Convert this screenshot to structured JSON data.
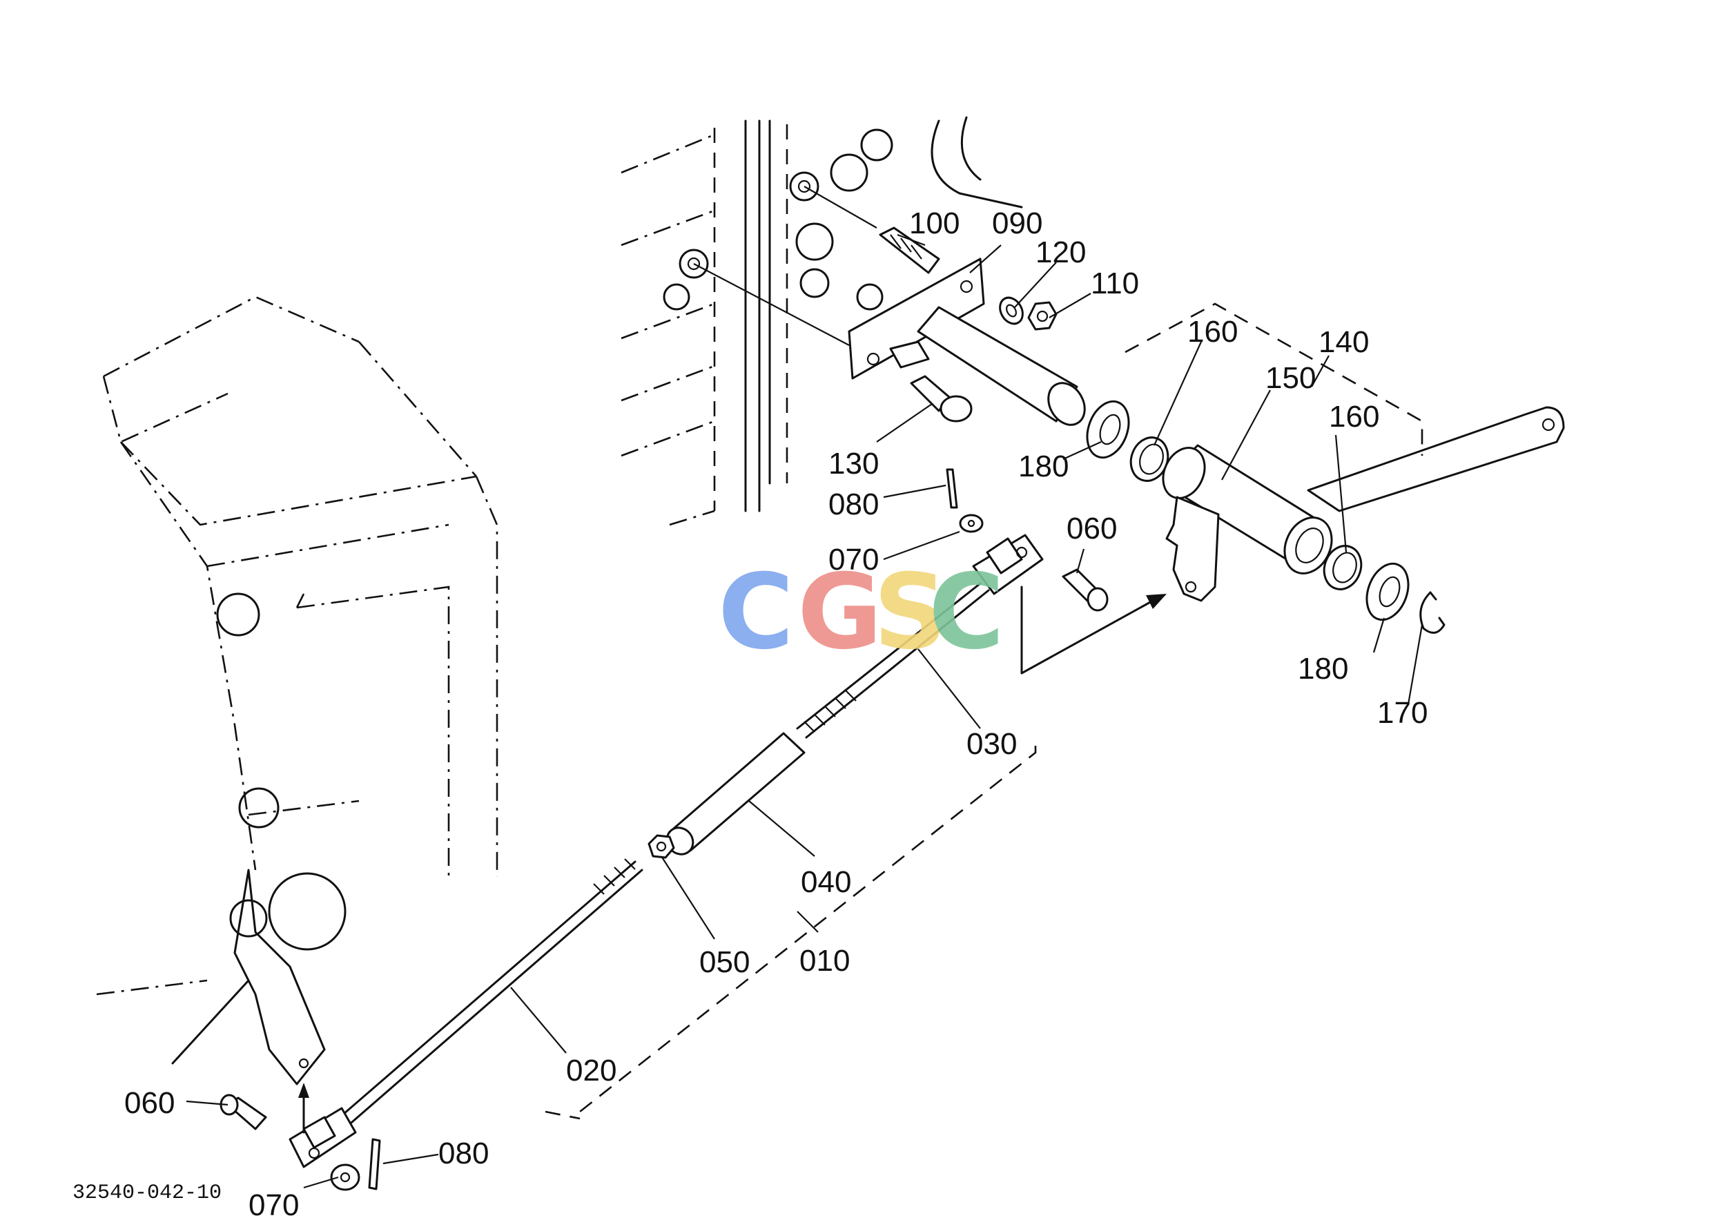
{
  "drawing_code": "32540-042-10",
  "watermark": {
    "letters": [
      "C",
      "G",
      "S",
      "C"
    ],
    "colors": [
      "#7fa7ee",
      "#ee8f89",
      "#f2d67a",
      "#7cc49a"
    ]
  },
  "callouts": {
    "c010": "010",
    "c020": "020",
    "c030": "030",
    "c040": "040",
    "c050": "050",
    "c060a": "060",
    "c060b": "060",
    "c070a": "070",
    "c070b": "070",
    "c080a": "080",
    "c080b": "080",
    "c090": "090",
    "c100": "100",
    "c110": "110",
    "c120": "120",
    "c130": "130",
    "c140": "140",
    "c150": "150",
    "c160a": "160",
    "c160b": "160",
    "c170": "170",
    "c180a": "180",
    "c180b": "180"
  }
}
